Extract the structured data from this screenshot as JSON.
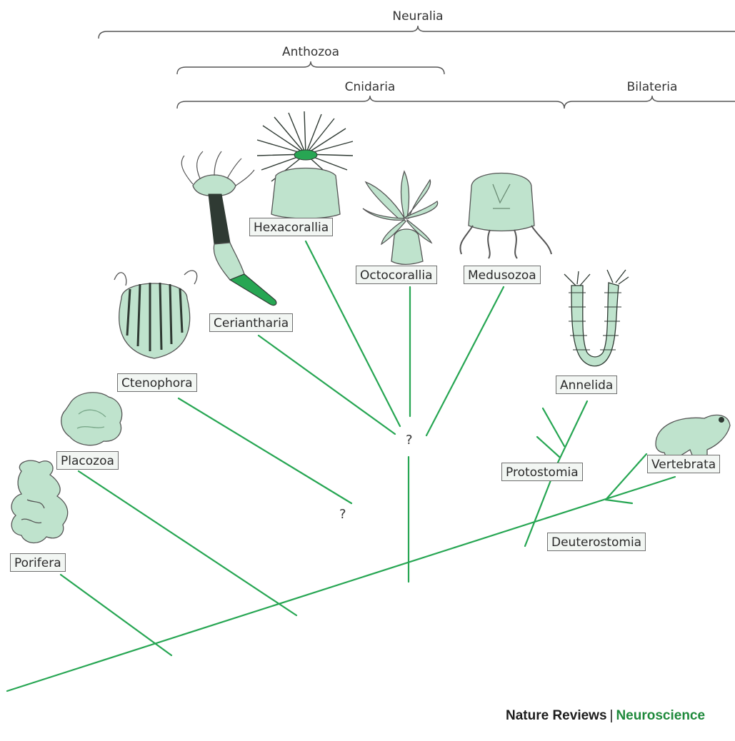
{
  "clades": {
    "neuralia": "Neuralia",
    "anthozoa": "Anthozoa",
    "cnidaria": "Cnidaria",
    "bilateria": "Bilateria"
  },
  "taxa": {
    "porifera": "Porifera",
    "placozoa": "Placozoa",
    "ctenophora": "Ctenophora",
    "ceriantharia": "Ceriantharia",
    "hexacorallia": "Hexacorallia",
    "octocorallia": "Octocorallia",
    "medusozoa": "Medusozoa",
    "annelida": "Annelida",
    "protostomia": "Protostomia",
    "deuterostomia": "Deuterostomia",
    "vertebrata": "Vertebrata"
  },
  "uncertain": {
    "ctenophora_node": "?",
    "cnidaria_node": "?"
  },
  "credit": {
    "publisher": "Nature Reviews",
    "separator": "|",
    "journal": "Neuroscience"
  },
  "colors": {
    "branch": "#27a653",
    "organism_fill": "#bfe3cd",
    "organism_dark": "#2f3a33",
    "bracket": "#555555"
  }
}
